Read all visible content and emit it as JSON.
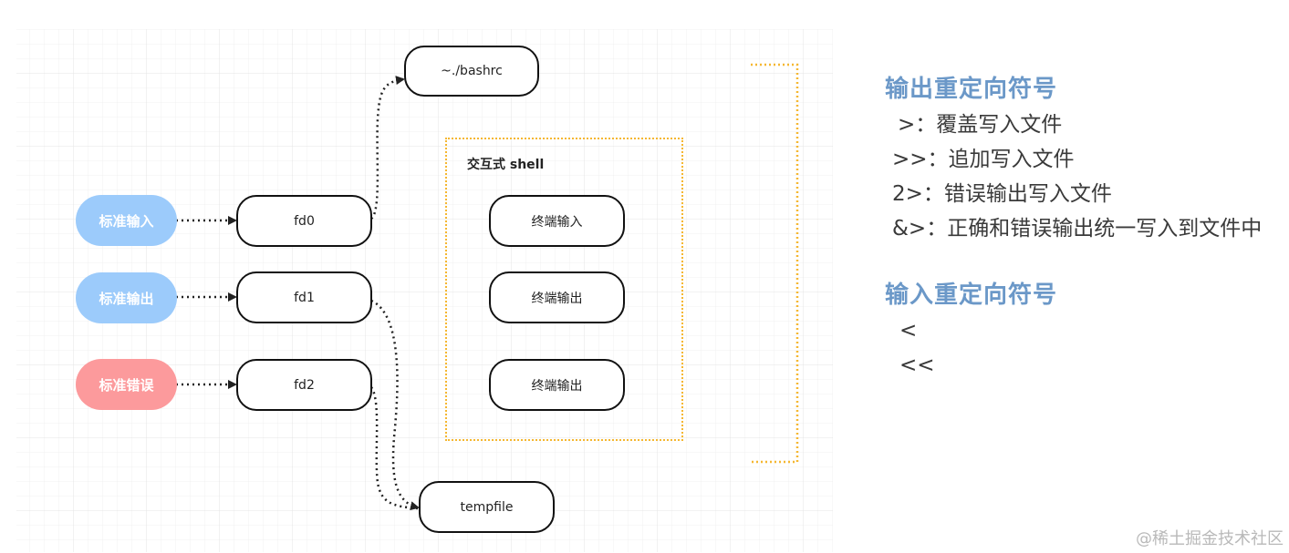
{
  "diagram": {
    "nodes": {
      "stdin": "标准输入",
      "stdout": "标准输出",
      "stderr": "标准错误",
      "fd0": "fd0",
      "fd1": "fd1",
      "fd2": "fd2",
      "bashrc": "~./bashrc",
      "tempfile": "tempfile",
      "shell_label": "交互式 shell",
      "terminal_in": "终端输入",
      "terminal_out1": "终端输出",
      "terminal_out2": "终端输出"
    },
    "colors": {
      "stdin_pill": "#9ccbfb",
      "stderr_pill": "#fc9a9c",
      "shell_border": "#f5b731",
      "heading": "#6b98c8"
    }
  },
  "output_redirect": {
    "heading": "输出重定向符号",
    "items": [
      {
        "symbol": ">",
        "sep": "：",
        "desc": "覆盖写入文件"
      },
      {
        "symbol": ">>",
        "sep": "：",
        "desc": "追加写入文件"
      },
      {
        "symbol": "2>",
        "sep": "：",
        "desc": "错误输出写入文件"
      },
      {
        "symbol": "&>",
        "sep": "：",
        "desc": "正确和错误输出统一写入到文件中"
      }
    ]
  },
  "input_redirect": {
    "heading": "输入重定向符号",
    "items": [
      "<",
      "<<"
    ]
  },
  "watermark": "@稀土掘金技术社区"
}
